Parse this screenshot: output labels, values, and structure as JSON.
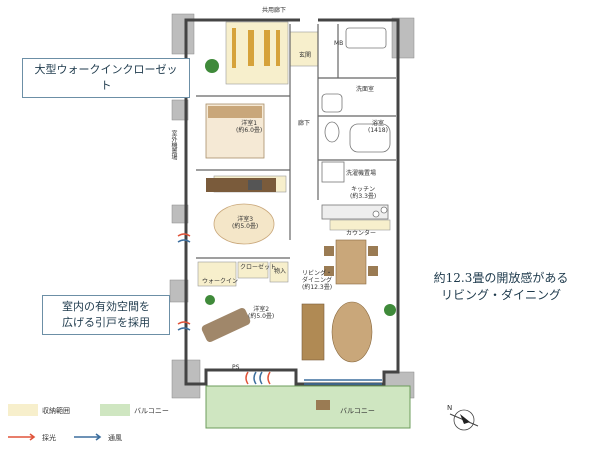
{
  "rooms": {
    "shared_corridor": "共用廊下",
    "mb": "MB",
    "entrance": "玄関",
    "washroom": "洗面室",
    "bath": "浴室\n(1418)",
    "corridor": "廊下",
    "western1": "洋室1\n(約6.0畳)",
    "kitchen": "キッチン\n(約3.3畳)",
    "western3": "洋室3\n(約5.0畳)",
    "counter": "カウンター",
    "living": "リビング・\nダイニング\n(約12.3畳)",
    "western2": "洋室2\n(約5.0畳)",
    "closet": "クローゼット",
    "walkin": "ウォークイン",
    "storage": "物入",
    "balcony": "バルコニー",
    "outdoor_unit": "室外機置場",
    "ps": "PS",
    "washer": "洗濯機置場"
  },
  "callouts": {
    "walk_in_closet": "大型ウォークインクローゼット",
    "sliding_doors": "室内の有効空間を\n広げる引戸を採用",
    "living_dining": "約12.3畳の開放感がある\nリビング・ダイニング"
  },
  "legend": {
    "storage_label": "収納範囲",
    "balcony_label": "バルコニー",
    "light_label": "採光",
    "ventilation_label": "通風",
    "storage_color": "#f7efcc",
    "balcony_color": "#cfe6c1",
    "light_color": "#e0543a",
    "ventilation_color": "#3d6f9e"
  },
  "compass": "N"
}
